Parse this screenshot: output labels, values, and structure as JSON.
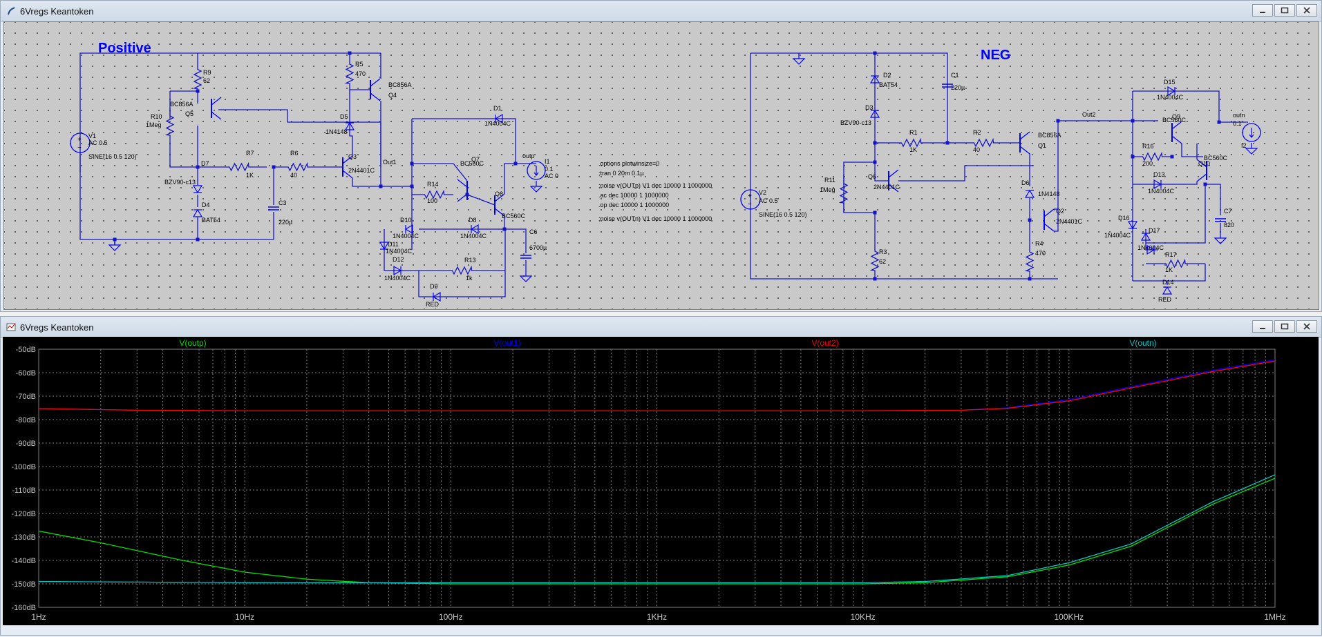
{
  "top_window": {
    "title": "6Vregs Keantoken",
    "buttons": {
      "minimize": "minimize-icon",
      "maximize": "maximize-icon",
      "close": "close-icon"
    }
  },
  "bottom_window": {
    "title": "6Vregs Keantoken",
    "buttons": {
      "minimize": "minimize-icon",
      "maximize": "maximize-icon",
      "close": "close-icon"
    }
  },
  "schematic": {
    "headings": {
      "positive": "Positive",
      "negative": "NEG"
    },
    "directives": [
      ".options plotwinsize=0",
      ";tran 0 20m 0.1µ",
      ";noise v(OUTp) V1 dec 10000 1 1000000",
      ".ac dec 10000 1 1000000",
      ".op dec 10000 1 1000000",
      ";noise v(OUTn) V1 dec 10000 1 1000000"
    ],
    "colors": {
      "wire": "#1414c8",
      "part": "#0000ff",
      "text": "#000000",
      "heading": "#0000ff"
    },
    "positive": {
      "V1": {
        "name": "V1",
        "ac": "AC 0.5",
        "sine": "SINE(16 0.5 120)"
      },
      "R9": {
        "name": "R9",
        "value": "62"
      },
      "R5": {
        "name": "R5",
        "value": "470"
      },
      "Q4": {
        "model": "BC856A",
        "name": "Q4"
      },
      "D5": {
        "name": "D5",
        "value": "1N4148"
      },
      "R10": {
        "name": "R10",
        "value": "1Meg"
      },
      "Q5": {
        "model": "BC856A",
        "name": "Q5"
      },
      "R7": {
        "name": "R7",
        "value": "1K"
      },
      "R6": {
        "name": "R6",
        "value": "40"
      },
      "Q3": {
        "name": "Q3",
        "value": "2N4401C"
      },
      "D7": {
        "name": "D7",
        "value": "BZV90-c13"
      },
      "D4": {
        "name": "D4",
        "value": "BAT54"
      },
      "C3": {
        "name": "C3",
        "value": "220µ"
      },
      "out1": "Out1",
      "D1": {
        "name": "D1",
        "value": "1N4004C"
      },
      "Q7": {
        "model": "BC560C",
        "name": "Q7"
      },
      "Q8": {
        "model": "BC560C",
        "name": "Q8"
      },
      "R14": {
        "name": "R14",
        "value": "100"
      },
      "outp": "outp",
      "I1": {
        "name": "I1",
        "val": "0.1",
        "ac": "AC 0"
      },
      "D10": {
        "name": "D10",
        "value": "1N4004C"
      },
      "D8": {
        "name": "D8",
        "value": "1N4004C"
      },
      "D11": {
        "name": "D11",
        "value": "1N4004C"
      },
      "D12": {
        "name": "D12",
        "value": "1N4004C"
      },
      "R13": {
        "name": "R13",
        "value": "1k"
      },
      "C6": {
        "name": "C6",
        "value": "6700µ"
      },
      "D9": {
        "name": "D9",
        "value": "RED"
      }
    },
    "negative": {
      "V2": {
        "name": "V2",
        "ac": "AC 0.5",
        "sine": "SINE(16 0.5 120)"
      },
      "D2": {
        "name": "D2",
        "value": "BAT54"
      },
      "D3": {
        "name": "D3",
        "value": "BZV90-c13"
      },
      "C1": {
        "name": "C1",
        "value": "220µ"
      },
      "R1": {
        "name": "R1",
        "value": "1K"
      },
      "R2": {
        "name": "R2",
        "value": "40"
      },
      "Q1": {
        "model": "BC856A",
        "name": "Q1"
      },
      "R11": {
        "name": "R11",
        "value": "1Meg"
      },
      "Q6": {
        "name": "Q6",
        "value": "2N4401C"
      },
      "R3": {
        "name": "R3",
        "value": "62"
      },
      "D6": {
        "name": "D6",
        "value": "1N4148"
      },
      "Q2": {
        "name": "Q2",
        "value": "2N4401C"
      },
      "R4": {
        "name": "R4",
        "value": "470"
      },
      "out2": "Out2",
      "D15": {
        "name": "D15",
        "value": "1N4004C"
      },
      "Q9": {
        "model": "BC560C",
        "name": "Q9"
      },
      "Q10": {
        "model": "BC560C",
        "name": "Q10"
      },
      "outn": "outn",
      "I2": {
        "name": "I2",
        "val": "0.1"
      },
      "R16": {
        "name": "R16",
        "value": "200"
      },
      "D13": {
        "name": "D13",
        "value": "1N4004C"
      },
      "C7": {
        "name": "C7",
        "value": "820"
      },
      "D16": {
        "name": "D16",
        "value": "1N4004C"
      },
      "D17": {
        "name": "D17",
        "value": "1N4004C"
      },
      "R17": {
        "name": "R17",
        "value": "1K"
      },
      "D14": {
        "name": "D14",
        "value": "RED"
      }
    }
  },
  "chart_data": {
    "type": "line",
    "x_scale": "log",
    "x_range_hz": [
      1,
      1000000
    ],
    "y_range_db": [
      -160,
      -50
    ],
    "grid": true,
    "legend_placement": "top",
    "y_ticks": [
      "-50dB",
      "-60dB",
      "-70dB",
      "-80dB",
      "-90dB",
      "-100dB",
      "-110dB",
      "-120dB",
      "-130dB",
      "-140dB",
      "-150dB",
      "-160dB"
    ],
    "x_ticks": [
      "1Hz",
      "10Hz",
      "100Hz",
      "1KHz",
      "10KHz",
      "100KHz",
      "1MHz"
    ],
    "series": [
      {
        "name": "V(outp)",
        "color": "#00e000",
        "x": [
          1,
          2,
          5,
          10,
          20,
          40,
          100,
          1000,
          10000,
          20000,
          50000,
          100000,
          200000,
          500000,
          1000000
        ],
        "y": [
          -127.5,
          -132.5,
          -140,
          -145,
          -148,
          -149.5,
          -150,
          -150,
          -150,
          -149.5,
          -147,
          -142,
          -134,
          -116,
          -105
        ]
      },
      {
        "name": "V(out1)",
        "color": "#0000ff",
        "x": [
          1,
          3,
          10,
          1000,
          10000,
          30000,
          50000,
          100000,
          200000,
          500000,
          1000000
        ],
        "y": [
          -75.3,
          -76,
          -76.2,
          -76.2,
          -76.2,
          -76,
          -75,
          -71.5,
          -66,
          -59,
          -54.5
        ]
      },
      {
        "name": "V(out2)",
        "color": "#ff0000",
        "x": [
          1,
          3,
          10,
          1000,
          10000,
          30000,
          50000,
          100000,
          200000,
          500000,
          1000000
        ],
        "y": [
          -75.3,
          -76,
          -76.2,
          -76.2,
          -76.2,
          -76,
          -75.2,
          -72,
          -66.5,
          -59.5,
          -55
        ]
      },
      {
        "name": "V(outn)",
        "color": "#00c8c8",
        "x": [
          1,
          10,
          100,
          1000,
          10000,
          20000,
          50000,
          100000,
          200000,
          500000,
          1000000
        ],
        "y": [
          -149,
          -149.5,
          -149.5,
          -149.5,
          -149.5,
          -149,
          -146.5,
          -141,
          -133,
          -115,
          -103.5
        ]
      }
    ]
  }
}
